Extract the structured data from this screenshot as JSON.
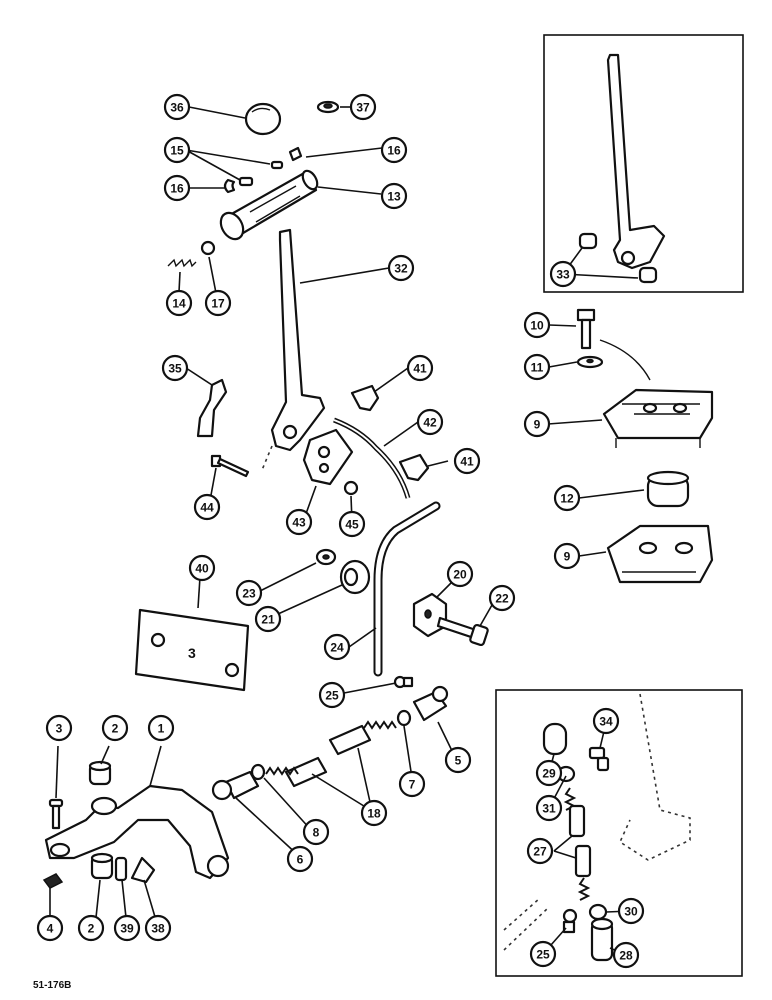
{
  "drawing_code": "51-176B",
  "callouts": [
    {
      "id": "c36",
      "label": "36"
    },
    {
      "id": "c37",
      "label": "37"
    },
    {
      "id": "c15",
      "label": "15"
    },
    {
      "id": "c16a",
      "label": "16"
    },
    {
      "id": "c16b",
      "label": "16"
    },
    {
      "id": "c13",
      "label": "13"
    },
    {
      "id": "c14",
      "label": "14"
    },
    {
      "id": "c17",
      "label": "17"
    },
    {
      "id": "c32",
      "label": "32"
    },
    {
      "id": "c35",
      "label": "35"
    },
    {
      "id": "c41a",
      "label": "41"
    },
    {
      "id": "c42",
      "label": "42"
    },
    {
      "id": "c41b",
      "label": "41"
    },
    {
      "id": "c44",
      "label": "44"
    },
    {
      "id": "c43",
      "label": "43"
    },
    {
      "id": "c45",
      "label": "45"
    },
    {
      "id": "c33",
      "label": "33"
    },
    {
      "id": "c10",
      "label": "10"
    },
    {
      "id": "c11",
      "label": "11"
    },
    {
      "id": "c9a",
      "label": "9"
    },
    {
      "id": "c12",
      "label": "12"
    },
    {
      "id": "c9b",
      "label": "9"
    },
    {
      "id": "c40",
      "label": "40"
    },
    {
      "id": "c23",
      "label": "23"
    },
    {
      "id": "c21",
      "label": "21"
    },
    {
      "id": "c20",
      "label": "20"
    },
    {
      "id": "c22",
      "label": "22"
    },
    {
      "id": "c24",
      "label": "24"
    },
    {
      "id": "c25a",
      "label": "25"
    },
    {
      "id": "c5",
      "label": "5"
    },
    {
      "id": "c7",
      "label": "7"
    },
    {
      "id": "c18",
      "label": "18"
    },
    {
      "id": "c8",
      "label": "8"
    },
    {
      "id": "c6",
      "label": "6"
    },
    {
      "id": "c3",
      "label": "3"
    },
    {
      "id": "c2a",
      "label": "2"
    },
    {
      "id": "c1",
      "label": "1"
    },
    {
      "id": "c4",
      "label": "4"
    },
    {
      "id": "c2b",
      "label": "2"
    },
    {
      "id": "c39",
      "label": "39"
    },
    {
      "id": "c38",
      "label": "38"
    },
    {
      "id": "c34",
      "label": "34"
    },
    {
      "id": "c29",
      "label": "29"
    },
    {
      "id": "c31",
      "label": "31"
    },
    {
      "id": "c27",
      "label": "27"
    },
    {
      "id": "c30",
      "label": "30"
    },
    {
      "id": "c25b",
      "label": "25"
    },
    {
      "id": "c28",
      "label": "28"
    }
  ]
}
